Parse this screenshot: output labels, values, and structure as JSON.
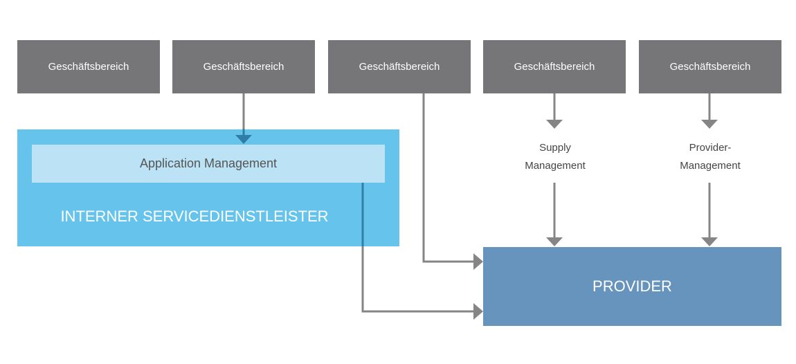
{
  "business_units": [
    {
      "label": "Geschäftsbereich"
    },
    {
      "label": "Geschäftsbereich"
    },
    {
      "label": "Geschäftsbereich"
    },
    {
      "label": "Geschäftsbereich"
    },
    {
      "label": "Geschäftsbereich"
    }
  ],
  "internal_provider": {
    "label": "INTERNER SERVICEDIENSTLEISTER",
    "application_management": "Application Management"
  },
  "supply_management": {
    "line1": "Supply",
    "line2": "Management"
  },
  "provider_management": {
    "line1": "Provider-",
    "line2": "Management"
  },
  "provider": {
    "label": "PROVIDER"
  },
  "colors": {
    "business_unit": "#767577",
    "internal_box": "#66c4ec",
    "application_management": "#bce3f5",
    "provider_box": "#6794bd",
    "connector": "#858585"
  }
}
